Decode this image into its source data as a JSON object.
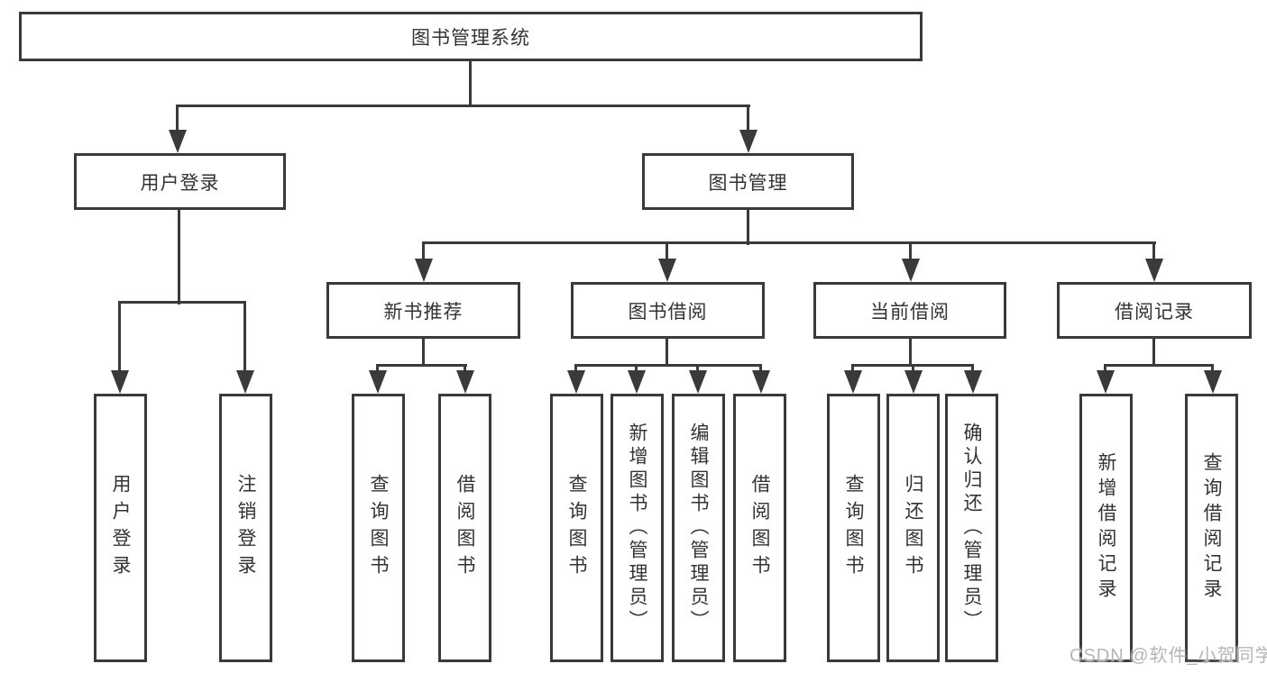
{
  "diagram_title": "图书管理系统",
  "tree": {
    "label": "图书管理系统",
    "children": [
      {
        "label": "用户登录",
        "children": [
          {
            "label": "用户登录"
          },
          {
            "label": "注销登录"
          }
        ]
      },
      {
        "label": "图书管理",
        "children": [
          {
            "label": "新书推荐",
            "children": [
              {
                "label": "查询图书"
              },
              {
                "label": "借阅图书"
              }
            ]
          },
          {
            "label": "图书借阅",
            "children": [
              {
                "label": "查询图书"
              },
              {
                "label": "新增图书（管理员）"
              },
              {
                "label": "编辑图书（管理员）"
              },
              {
                "label": "借阅图书"
              }
            ]
          },
          {
            "label": "当前借阅",
            "children": [
              {
                "label": "查询图书"
              },
              {
                "label": "归还图书"
              },
              {
                "label": "确认归还（管理员）"
              }
            ]
          },
          {
            "label": "借阅记录",
            "children": [
              {
                "label": "新增借阅记录"
              },
              {
                "label": "查询借阅记录"
              }
            ]
          }
        ]
      }
    ]
  },
  "watermark": "CSDN @软件_小贺同学",
  "colors": {
    "line": "#3a3a3a",
    "text": "#333333",
    "watermark": "#b5b5b5",
    "background": "#ffffff"
  }
}
